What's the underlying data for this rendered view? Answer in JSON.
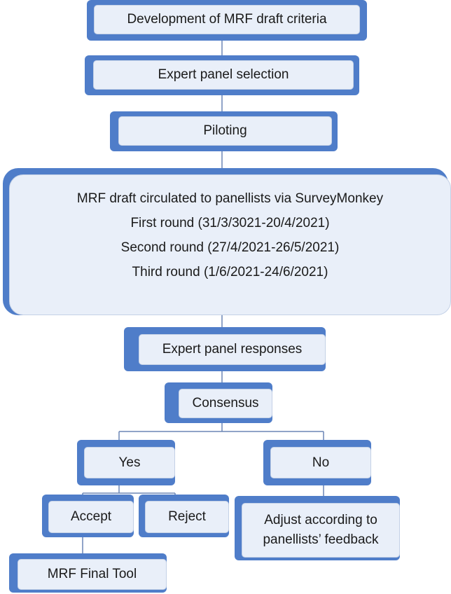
{
  "nodes": {
    "development": "Development of MRF draft criteria",
    "panel_selection": "Expert panel selection",
    "piloting": "Piloting",
    "circulation": {
      "lines": [
        "MRF draft circulated to panellists via SurveyMonkey",
        "First round (31/3/3021-20/4/2021)",
        "Second round (27/4/2021-26/5/2021)",
        "Third round (1/6/2021-24/6/2021)"
      ]
    },
    "panel_responses": "Expert panel responses",
    "consensus": "Consensus",
    "yes": "Yes",
    "no": "No",
    "accept": "Accept",
    "reject": "Reject",
    "adjust": {
      "lines": [
        "Adjust according to",
        "panellists’ feedback"
      ]
    },
    "final_tool": "MRF Final Tool"
  },
  "colors": {
    "accent_shadow": "#4f7dc9",
    "box_fill": "#e9eff9",
    "box_border": "#c4d1e6",
    "connector": "#6b85b5"
  }
}
